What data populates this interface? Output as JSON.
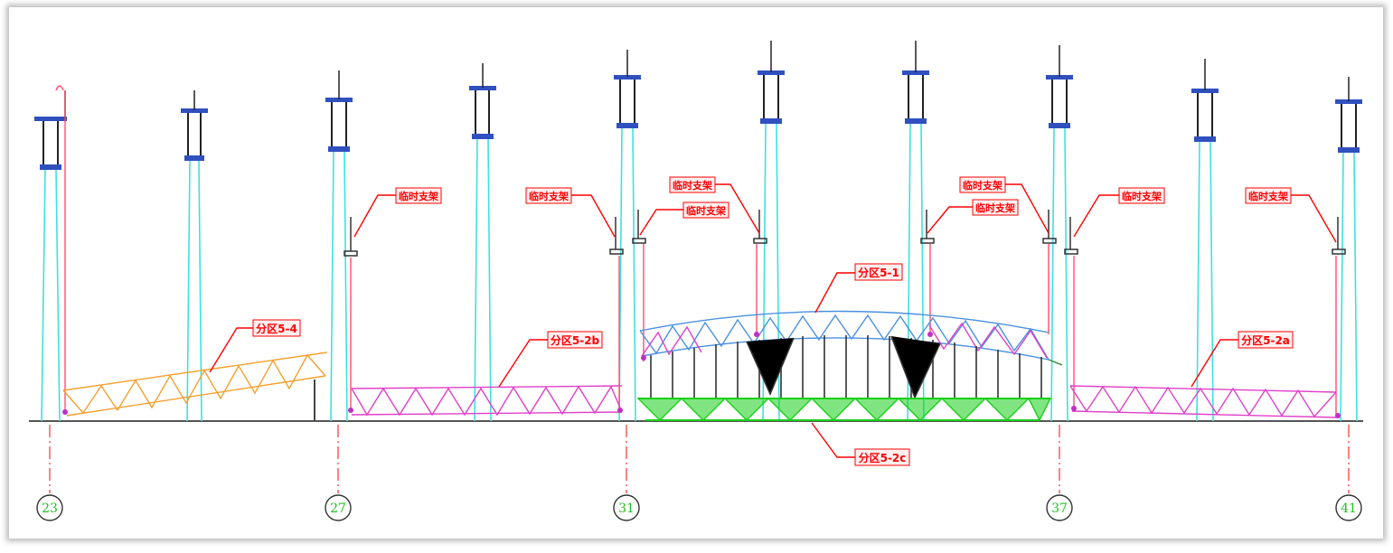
{
  "labels": {
    "temp_support": "临时支架",
    "zone_5_4": "分区5-4",
    "zone_5_2b": "分区5-2b",
    "zone_5_1": "分区5-1",
    "zone_5_2c": "分区5-2c",
    "zone_5_2a": "分区5-2a"
  },
  "axes": [
    "23",
    "27",
    "31",
    "37",
    "41"
  ],
  "colors": {
    "cable": "#40e0e0",
    "sling": "#ff4d6d",
    "callout": "#ff0000",
    "truss_orange": "#f5a030",
    "truss_magenta": "#e040c8",
    "truss_blue": "#4a90e0",
    "truss_green": "#18d018",
    "axis_text": "#20c020",
    "ground": "#555555"
  }
}
